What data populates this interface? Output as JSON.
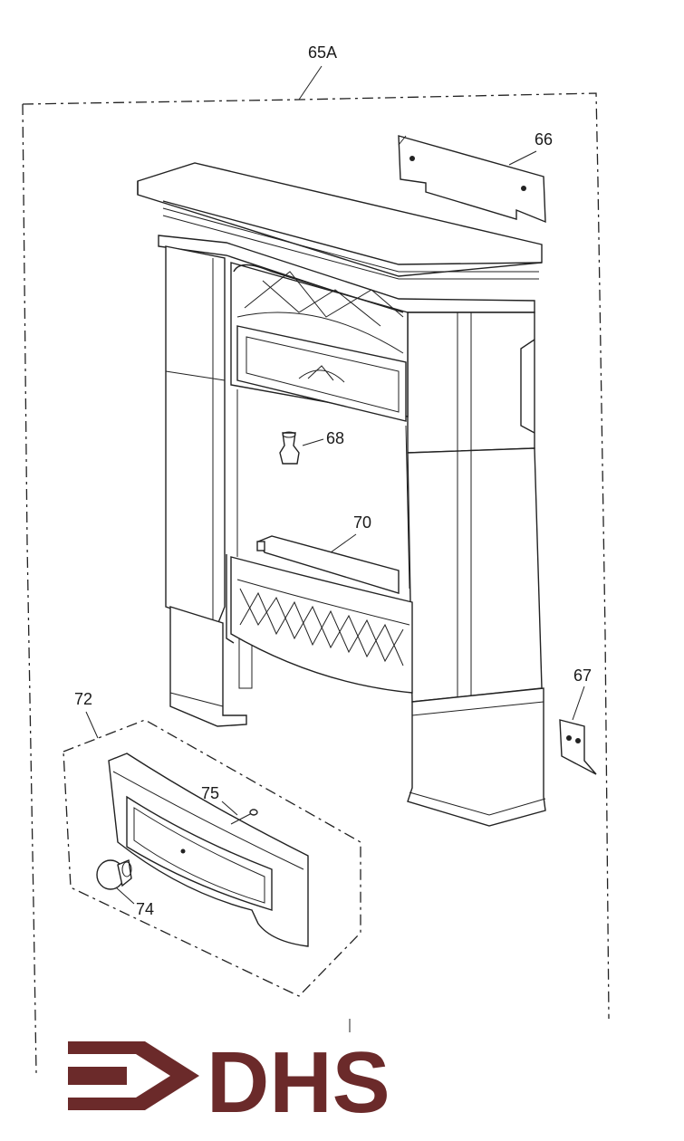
{
  "callouts": {
    "assembly": "65A",
    "bracket_top": "66",
    "bracket_side": "67",
    "burner_jet": "68",
    "fire_bed": "70",
    "fret_assembly": "72",
    "knob": "74",
    "screw": "75"
  },
  "logo": {
    "text": "DHS",
    "color": "#6b2a2a"
  }
}
